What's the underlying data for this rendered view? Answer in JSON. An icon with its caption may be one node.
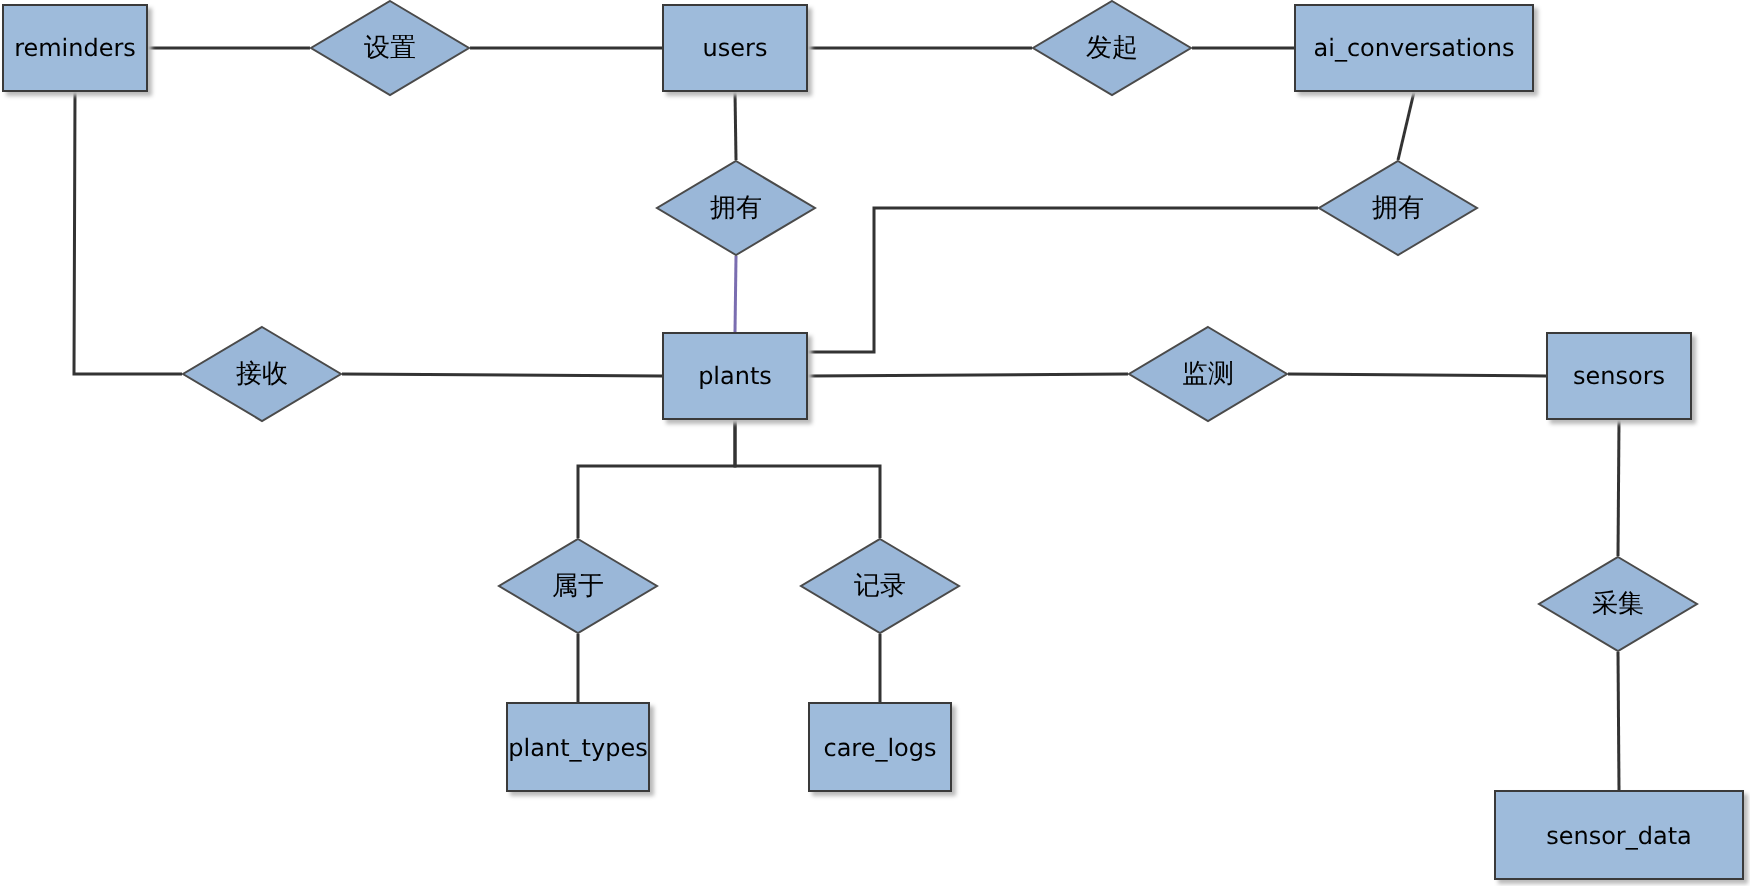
{
  "diagram": {
    "nodes": [
      {
        "text": [
          "reminders"
        ]
      },
      {
        "text": [
          "设置"
        ]
      },
      {
        "text": [
          "users"
        ]
      },
      {
        "text": [
          "发起"
        ]
      },
      {
        "text": [
          "ai_conversations"
        ]
      },
      {
        "text": [
          "拥有"
        ]
      },
      {
        "text": [
          "拥有"
        ]
      },
      {
        "text": [
          "接收"
        ]
      },
      {
        "text": [
          "plants"
        ]
      },
      {
        "text": [
          "监测"
        ]
      },
      {
        "text": [
          "sensors"
        ]
      },
      {
        "text": [
          "属于"
        ]
      },
      {
        "text": [
          "记录"
        ]
      },
      {
        "text": [
          "采集"
        ]
      },
      {
        "text": [
          "plant_types"
        ]
      },
      {
        "text": [
          "care_logs"
        ]
      },
      {
        "text": [
          "sensor_data"
        ]
      }
    ],
    "edges": [
      {
        "from": 0,
        "to": 1,
        "arrow": "none"
      },
      {
        "from": 1,
        "to": 2,
        "arrow": "none"
      },
      {
        "from": 2,
        "to": 3,
        "arrow": "none"
      },
      {
        "from": 3,
        "to": 4,
        "arrow": "none"
      },
      {
        "from": 2,
        "to": 5,
        "arrow": "none"
      },
      {
        "from": 5,
        "to": 8,
        "arrow": "none",
        "color": "#7a6db0"
      },
      {
        "from": 4,
        "to": 6,
        "arrow": "none"
      },
      {
        "from": 6,
        "to": 8,
        "arrow": "none"
      },
      {
        "from": 0,
        "to": 7,
        "arrow": "none"
      },
      {
        "from": 7,
        "to": 8,
        "arrow": "none"
      },
      {
        "from": 8,
        "to": 9,
        "arrow": "none"
      },
      {
        "from": 9,
        "to": 10,
        "arrow": "none"
      },
      {
        "from": 8,
        "to": 11,
        "arrow": "none"
      },
      {
        "from": 8,
        "to": 12,
        "arrow": "none"
      },
      {
        "from": 11,
        "to": 14,
        "arrow": "none"
      },
      {
        "from": 12,
        "to": 15,
        "arrow": "none"
      },
      {
        "from": 10,
        "to": 13,
        "arrow": "none"
      },
      {
        "from": 13,
        "to": 16,
        "arrow": "none"
      }
    ]
  }
}
